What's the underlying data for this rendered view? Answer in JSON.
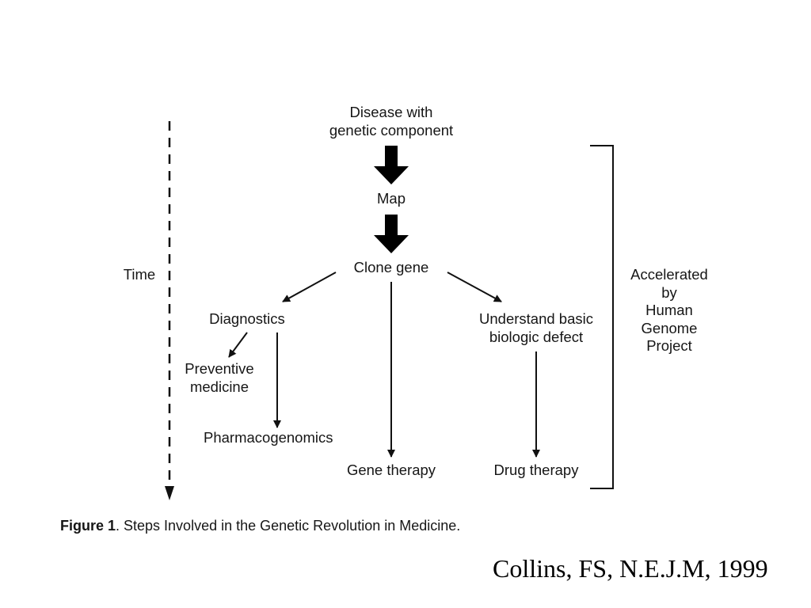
{
  "diagram": {
    "nodes": {
      "disease": {
        "line1": "Disease with",
        "line2": "genetic component"
      },
      "map": "Map",
      "clone_gene": "Clone gene",
      "diagnostics": "Diagnostics",
      "understand": {
        "line1": "Understand basic",
        "line2": "biologic defect"
      },
      "preventive": {
        "line1": "Preventive",
        "line2": "medicine"
      },
      "pharmacogenomics": "Pharmacogenomics",
      "gene_therapy": "Gene therapy",
      "drug_therapy": "Drug therapy"
    },
    "time_label": "Time",
    "bracket_label": {
      "line1": "Accelerated",
      "line2": "by",
      "line3": "Human",
      "line4": "Genome",
      "line5": "Project"
    }
  },
  "caption": {
    "prefix": "Figure 1",
    "text": ". Steps Involved in the Genetic Revolution in Medicine."
  },
  "citation": "Collins, FS,  N.E.J.M, 1999"
}
